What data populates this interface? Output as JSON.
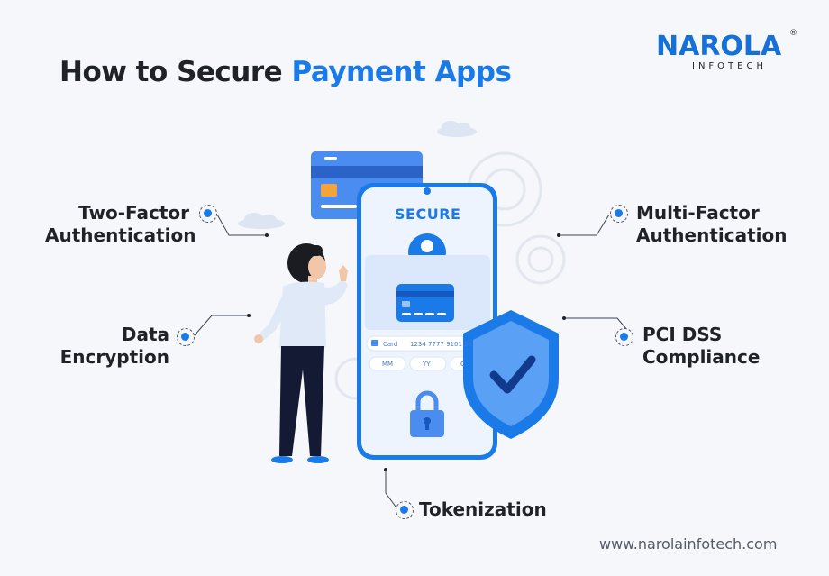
{
  "title": {
    "part1": "How to Secure",
    "part2": "Payment Apps"
  },
  "logo": {
    "word": "NAROLA",
    "sub": "INFOTECH",
    "reg": "®"
  },
  "labels": {
    "two_factor": {
      "line1": "Two-Factor",
      "line2": "Authentication"
    },
    "data_encryption": {
      "line1": "Data",
      "line2": "Encryption"
    },
    "multi_factor": {
      "line1": "Multi-Factor",
      "line2": "Authentication"
    },
    "pci_dss": {
      "line1": "PCI DSS",
      "line2": "Compliance"
    },
    "tokenization": "Tokenization"
  },
  "phone": {
    "secure": "SECURE",
    "card_label": "Card",
    "card_number": "1234 7777 9101 23",
    "mm": "MM",
    "yy": "YY",
    "cvv": "C"
  },
  "footer": {
    "url": "www.narolainfotech.com"
  },
  "colors": {
    "accent": "#1a7ae8",
    "dark": "#1f2328",
    "background": "#f5f7fb"
  }
}
